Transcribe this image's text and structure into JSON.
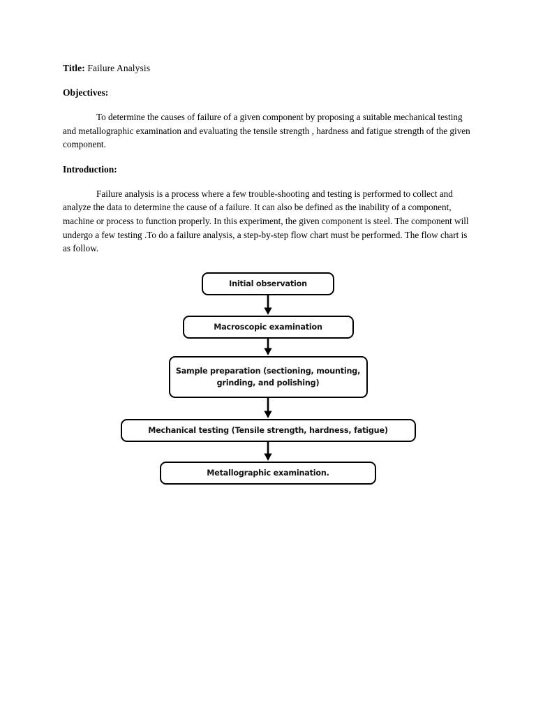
{
  "document": {
    "title_label": "Title:",
    "title_value": " Failure Analysis",
    "objectives_heading": "Objectives:",
    "objectives_body": "To determine the causes of failure of a given component by proposing a suitable mechanical testing and metallographic examination and evaluating the tensile strength , hardness and fatigue strength of the given component.",
    "introduction_heading": "Introduction:",
    "introduction_body": "Failure analysis is a process where a few trouble-shooting and testing is performed to collect and analyze the data to determine the cause of a failure. It can also be defined as the inability of a component, machine or process to function properly. In this experiment, the given component is steel. The component will undergo a few testing .To do a failure analysis, a step-by-step flow chart must be performed. The flow chart is as follow."
  },
  "flowchart": {
    "steps": [
      {
        "label": "Initial observation"
      },
      {
        "label": "Macroscopic examination"
      },
      {
        "label": "Sample preparation (sectioning, mounting, grinding, and polishing)"
      },
      {
        "label": "Mechanical testing (Tensile strength, hardness, fatigue)"
      },
      {
        "label": "Metallographic examination."
      }
    ]
  },
  "colors": {
    "page_background": "#ffffff",
    "text": "#000000",
    "box_border": "#000000",
    "box_fill": "#ffffff",
    "arrow": "#000000"
  }
}
